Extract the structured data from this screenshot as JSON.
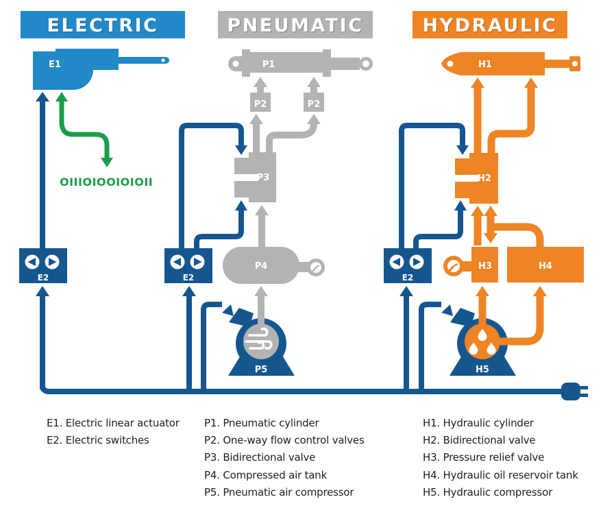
{
  "headers": {
    "electric": "ELECTRIC",
    "pneumatic": "PNEUMATIC",
    "hydraulic": "HYDRAULIC"
  },
  "components": {
    "e1": "E1",
    "e2": "E2",
    "p1": "P1",
    "p2": "P2",
    "p3": "P3",
    "p4": "P4",
    "p5": "P5",
    "h1": "H1",
    "h2": "H2",
    "h3": "H3",
    "h4": "H4",
    "h5": "H5"
  },
  "binary_signal": "OIIIOIOOIOIOII",
  "colors": {
    "electric_blue": "#2189c8",
    "dark_blue": "#15568f",
    "gray": "#b3b3b4",
    "orange": "#ee8424",
    "green": "#1b9d4b",
    "legend_text": "#1d1d1b",
    "background": "#ffffff"
  },
  "legend": {
    "electric": [
      "E1. Electric linear actuator",
      "E2. Electric switches"
    ],
    "pneumatic": [
      "P1. Pneumatic cylinder",
      "P2. One-way flow control valves",
      "P3. Bidirectional valve",
      "P4. Compressed air tank",
      "P5. Pneumatic air compressor"
    ],
    "hydraulic": [
      "H1. Hydraulic cylinder",
      "H2. Bidirectional valve",
      "H3. Pressure relief valve",
      "H4. Hydraulic oil reservoir tank",
      "H5. Hydraulic compressor"
    ]
  }
}
